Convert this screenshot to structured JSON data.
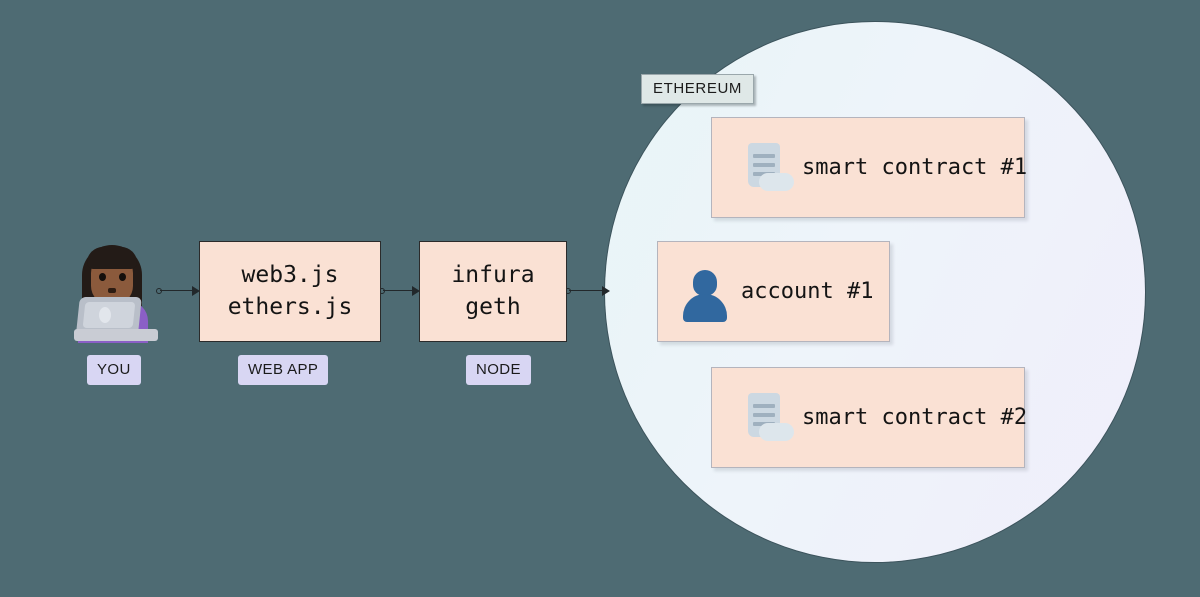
{
  "diagram": {
    "background_color": "#4e6b73",
    "title_tag": "ETHEREUM"
  },
  "flow": {
    "actor": {
      "icon": "woman-technologist-emoji",
      "tag": "YOU"
    },
    "nodes": [
      {
        "id": "web-app",
        "line1": "web3.js",
        "line2": "ethers.js",
        "tag": "WEB APP"
      },
      {
        "id": "node",
        "line1": "infura",
        "line2": "geth",
        "tag": "NODE"
      }
    ],
    "connectors": [
      {
        "from": "you",
        "to": "web-app"
      },
      {
        "from": "web-app",
        "to": "node"
      },
      {
        "from": "node",
        "to": "ethereum"
      }
    ]
  },
  "ethereum": {
    "label": "ETHEREUM",
    "entities": [
      {
        "icon": "document-icon",
        "label": "smart contract #1"
      },
      {
        "icon": "user-icon",
        "label": "account #1"
      },
      {
        "icon": "document-icon",
        "label": "smart contract #2"
      }
    ]
  },
  "colors": {
    "background": "#4e6b73",
    "box_fill": "#fae1d4",
    "box_border": "#2b2b2b",
    "tag_fill": "#d8d6f3",
    "eth_tag_fill": "#dfe8e7",
    "cloud_start": "#e8f5f7",
    "cloud_end": "#f0eefb",
    "user_icon": "#31689f",
    "doc_icon": "#ccd8e2"
  }
}
